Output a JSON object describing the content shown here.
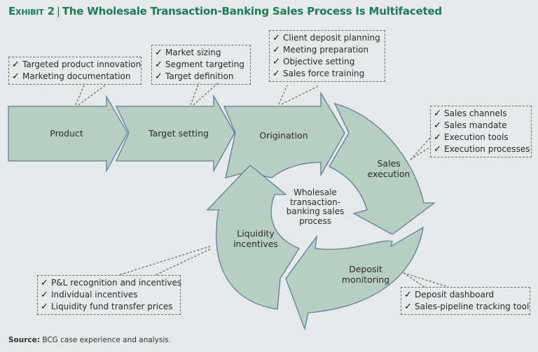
{
  "header": {
    "exhibit_label": "Exhibit 2",
    "separator": "|",
    "title": "The Wholesale Transaction-Banking Sales Process Is Multifaceted"
  },
  "colors": {
    "title_green": "#1f7a55",
    "shape_fill": "#b7cfc2",
    "shape_stroke": "#5d7d9b",
    "background": "#e6e9e9"
  },
  "stages": [
    {
      "name": "Product",
      "lines": [
        "Product"
      ]
    },
    {
      "name": "Target setting",
      "lines": [
        "Target setting"
      ]
    },
    {
      "name": "Origination",
      "lines": [
        "Origination"
      ]
    },
    {
      "name": "Sales execution",
      "lines": [
        "Sales",
        "execution"
      ]
    },
    {
      "name": "Deposit monitoring",
      "lines": [
        "Deposit",
        "monitoring"
      ]
    },
    {
      "name": "Liquidity incentives",
      "lines": [
        "Liquidity",
        "incentives"
      ]
    }
  ],
  "center": {
    "lines": [
      "Wholesale",
      "transaction-",
      "banking sales",
      "process"
    ]
  },
  "checklists": {
    "product": [
      "Targeted product innovation",
      "Marketing documentation"
    ],
    "target_setting": [
      "Market sizing",
      "Segment targeting",
      "Target definition"
    ],
    "origination": [
      "Client deposit planning",
      "Meeting preparation",
      "Objective setting",
      "Sales force training"
    ],
    "sales_execution": [
      "Sales channels",
      "Sales mandate",
      "Execution tools",
      "Execution processes"
    ],
    "deposit_monitoring": [
      "Deposit dashboard",
      "Sales-pipeline tracking tool"
    ],
    "liquidity_incentives": [
      "P&L recognition and incentives",
      "Individual incentives",
      "Liquidity fund transfer prices"
    ]
  },
  "check_glyph": "✓",
  "source": {
    "label": "Source:",
    "text": "BCG case experience and analysis."
  }
}
